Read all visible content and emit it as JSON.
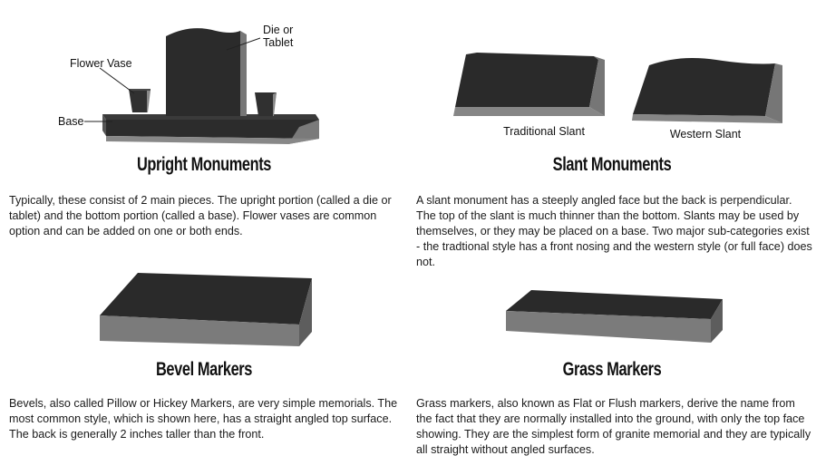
{
  "upright": {
    "heading": "Upright Monuments",
    "labels": {
      "die_line1": "Die or",
      "die_line2": "Tablet",
      "vase": "Flower Vase",
      "base": "Base"
    },
    "description": "Typically, these consist of 2 main pieces. The upright portion (called a die or tablet) and the bottom portion (called a base).  Flower vases are common option and can be added on one or both ends."
  },
  "slant": {
    "heading": "Slant Monuments",
    "captions": {
      "traditional": "Traditional Slant",
      "western": "Western Slant"
    },
    "description": "A slant monument has a steeply angled face but the back is perpendicular. The top of the slant is much thinner than the bottom.  Slants may be used by themselves, or they may be placed on a base. Two major sub-categories exist - the tradtional style has a front nosing and the western style (or full face) does not."
  },
  "bevel": {
    "heading": "Bevel Markers",
    "description": "Bevels, also called Pillow or Hickey Markers, are very simple memorials. The most common style, which is shown here, has a straight angled top surface.  The back is generally 2 inches taller than the front."
  },
  "grass": {
    "heading": "Grass Markers",
    "description": "Grass markers, also known as Flat or Flush markers, derive the name from the fact that they are normally installed into the ground, with only the top face showing.  They are the simplest form of granite memorial and they are typically all straight without angled surfaces."
  },
  "colors": {
    "granite_top": "#2a2a2a",
    "granite_side": "#6e6e6e",
    "granite_front": "#8a8a8a"
  }
}
